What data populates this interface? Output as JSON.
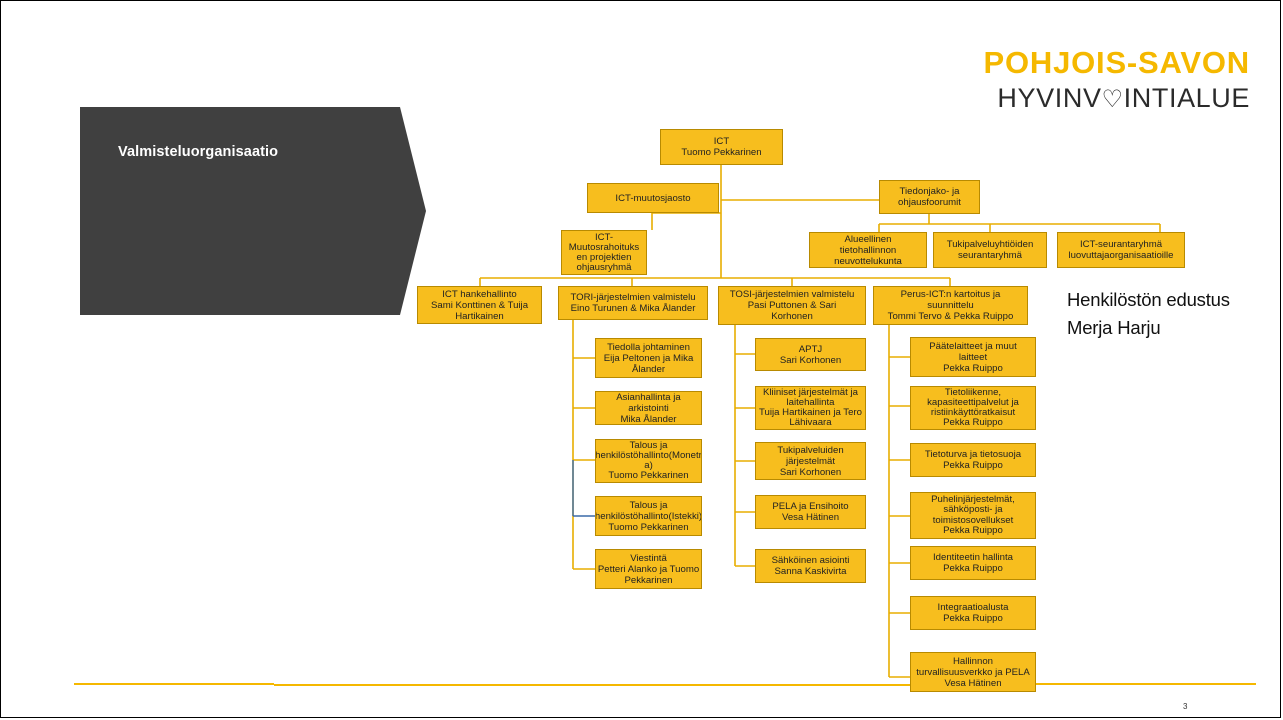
{
  "slide": {
    "title": "Valmisteluorganisaatio",
    "page_number": "3"
  },
  "logo": {
    "line1": "POHJOIS-SAVON",
    "line2_a": "HYVINV",
    "line2_b": "INTIALUE"
  },
  "side_note": {
    "line1": "Henkilöstön edustus",
    "line2": "Merja Harju"
  },
  "colors": {
    "accent": "#f5b800",
    "box": "#f7be1e",
    "banner": "#404040"
  },
  "org": {
    "ict": {
      "line1": "ICT",
      "line2": "Tuomo Pekkarinen"
    },
    "muutosjaosto": {
      "line1": "ICT-muutosjaosto"
    },
    "tiedonjako": {
      "line1": "Tiedonjako- ja",
      "line2": "ohjausfoorumit"
    },
    "rahoitus": {
      "line1": "ICT-",
      "line2": "Muutosrahoituks",
      "line3": "en projektien",
      "line4": "ohjausryhmä"
    },
    "alueellinen": {
      "line1": "Alueellinen",
      "line2": "tietohallinnon",
      "line3": "neuvottelukunta"
    },
    "tukipalvelu": {
      "line1": "Tukipalveluyhtiöiden",
      "line2": "seurantaryhmä"
    },
    "seuranta": {
      "line1": "ICT-seurantaryhmä",
      "line2": "luovuttajaorganisaatioille"
    },
    "hanke": {
      "line1": "ICT hankehallinto",
      "line2": "Sami Konttinen & Tuija",
      "line3": "Hartikainen"
    },
    "tori": {
      "line1": "TORI-järjestelmien valmistelu",
      "line2": "Eino Turunen & Mika Ålander"
    },
    "tosi": {
      "line1": "TOSI-järjestelmien valmistelu",
      "line2": "Pasi Puttonen & Sari",
      "line3": "Korhonen"
    },
    "perus": {
      "line1": "Perus-ICT:n kartoitus ja",
      "line2": "suunnittelu",
      "line3": "Tommi Tervo & Pekka Ruippo"
    },
    "tori_children": [
      {
        "l1": "Tiedolla johtaminen",
        "l2": "Eija Peltonen ja Mika",
        "l3": "Ålander"
      },
      {
        "l1": "Asianhallinta ja arkistointi",
        "l2": "Mika Ålander"
      },
      {
        "l1": "Talous ja",
        "l2": "henkilöstöhallinto(Monetr",
        "l3": "a)",
        "l4": "Tuomo Pekkarinen"
      },
      {
        "l1": "Talous ja",
        "l2": "henkilöstöhallinto(Istekki)",
        "l3": "Tuomo Pekkarinen"
      },
      {
        "l1": "Viestintä",
        "l2": "Petteri Alanko ja Tuomo",
        "l3": "Pekkarinen"
      }
    ],
    "tosi_children": [
      {
        "l1": "APTJ",
        "l2": "Sari Korhonen"
      },
      {
        "l1": "Kliiniset järjestelmät ja",
        "l2": "laitehallinta",
        "l3": "Tuija Hartikainen ja Tero",
        "l4": "Lähivaara"
      },
      {
        "l1": "Tukipalveluiden",
        "l2": "järjestelmät",
        "l3": "Sari Korhonen"
      },
      {
        "l1": "PELA ja Ensihoito",
        "l2": "Vesa Hätinen"
      },
      {
        "l1": "Sähköinen asiointi",
        "l2": "Sanna Kaskivirta"
      }
    ],
    "perus_children": [
      {
        "l1": "Päätelaitteet ja muut",
        "l2": "laitteet",
        "l3": "Pekka Ruippo"
      },
      {
        "l1": "Tietoliikenne,",
        "l2": "kapasiteettipalvelut ja",
        "l3": "ristiinkäyttöratkaisut",
        "l4": "Pekka Ruippo"
      },
      {
        "l1": "Tietoturva ja tietosuoja",
        "l2": "Pekka Ruippo"
      },
      {
        "l1": "Puhelinjärjestelmät,",
        "l2": "sähköposti- ja",
        "l3": "toimistosovellukset",
        "l4": "Pekka Ruippo"
      },
      {
        "l1": "Identiteetin hallinta",
        "l2": "Pekka Ruippo"
      },
      {
        "l1": "Integraatioalusta",
        "l2": "Pekka Ruippo"
      },
      {
        "l1": "Hallinnon",
        "l2": "turvallisuusverkko ja PELA",
        "l3": "Vesa Hätinen"
      }
    ]
  }
}
